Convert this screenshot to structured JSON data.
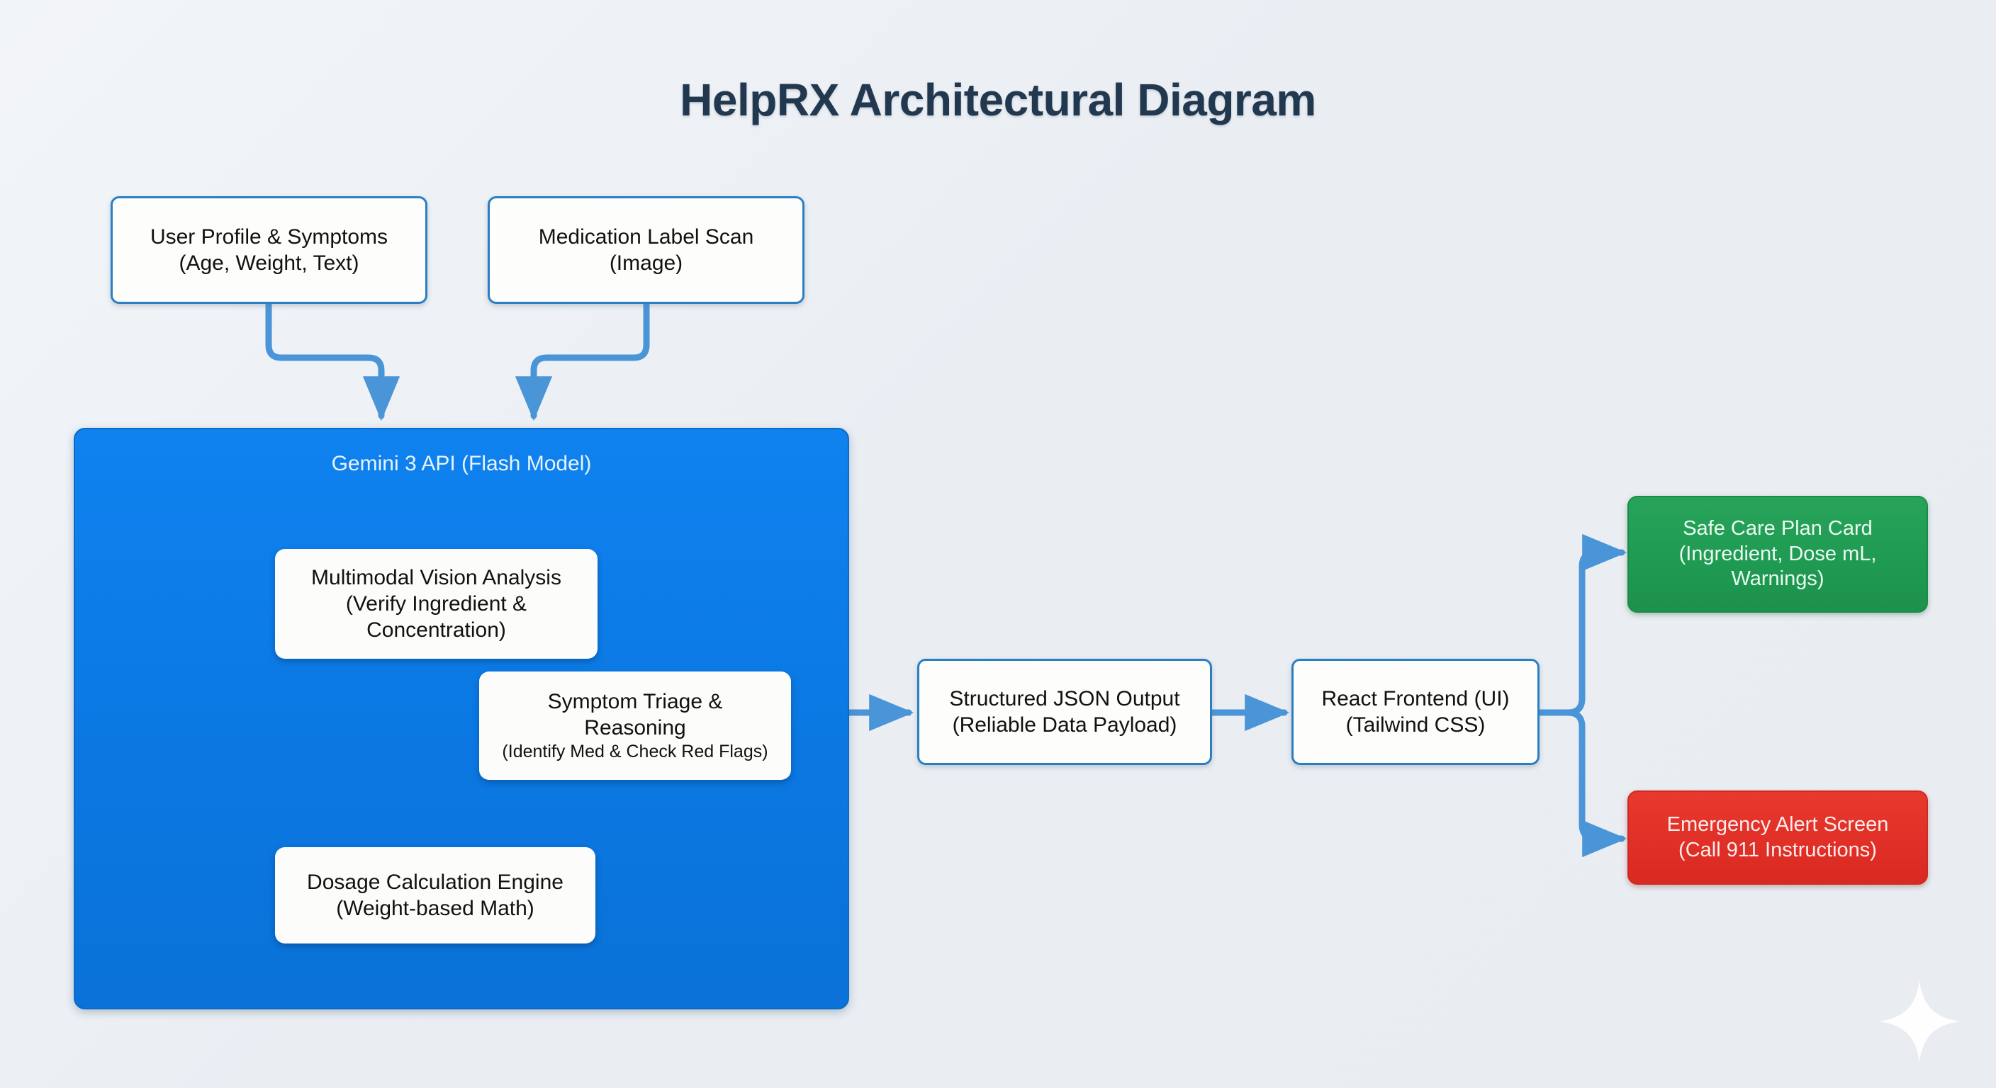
{
  "page": {
    "title": "HelpRX Architectural Diagram",
    "background_color": "#eef1f5",
    "title_color": "#22384f"
  },
  "decor": {
    "sparkle_icon": "sparkle-icon",
    "sparkle_color": "#ffffff"
  },
  "colors": {
    "accent_blue": "#0b78e2",
    "connector_blue": "#4a95d8",
    "inner_connector_blue": "#8cc0ee",
    "card_border_blue": "#2a7fc4",
    "success_green": "#1f9a52",
    "danger_red": "#df2f26"
  },
  "inputs": [
    {
      "id": "user-profile-symptoms",
      "line1": "User Profile & Symptoms",
      "line2": "(Age, Weight, Text)"
    },
    {
      "id": "medication-label-scan",
      "line1": "Medication Label Scan",
      "line2": "(Image)"
    }
  ],
  "gemini": {
    "line1": "Gemini 3 API",
    "line2": "(Flash Model)",
    "modules": [
      {
        "id": "multimodal-vision-analysis",
        "line1": "Multimodal Vision Analysis",
        "line2": "(Verify Ingredient &",
        "line3": "Concentration)"
      },
      {
        "id": "symptom-triage-reasoning",
        "line1": "Symptom Triage &",
        "line2": "Reasoning",
        "line3": "(Identify Med & Check Red Flags)"
      },
      {
        "id": "dosage-calculation-engine",
        "line1": "Dosage Calculation Engine",
        "line2": "(Weight-based Math)"
      }
    ]
  },
  "pipeline": [
    {
      "id": "structured-json-output",
      "line1": "Structured JSON Output",
      "line2": "(Reliable Data Payload)"
    },
    {
      "id": "react-frontend",
      "line1": "React Frontend (UI)",
      "line2": "(Tailwind CSS)"
    }
  ],
  "outputs": [
    {
      "id": "safe-care-plan-card",
      "line1": "Safe Care Plan Card",
      "line2": "(Ingredient, Dose mL,",
      "line3": "Warnings)"
    },
    {
      "id": "emergency-alert-screen",
      "line1": "Emergency Alert Screen",
      "line2": "(Call 911 Instructions)"
    }
  ]
}
